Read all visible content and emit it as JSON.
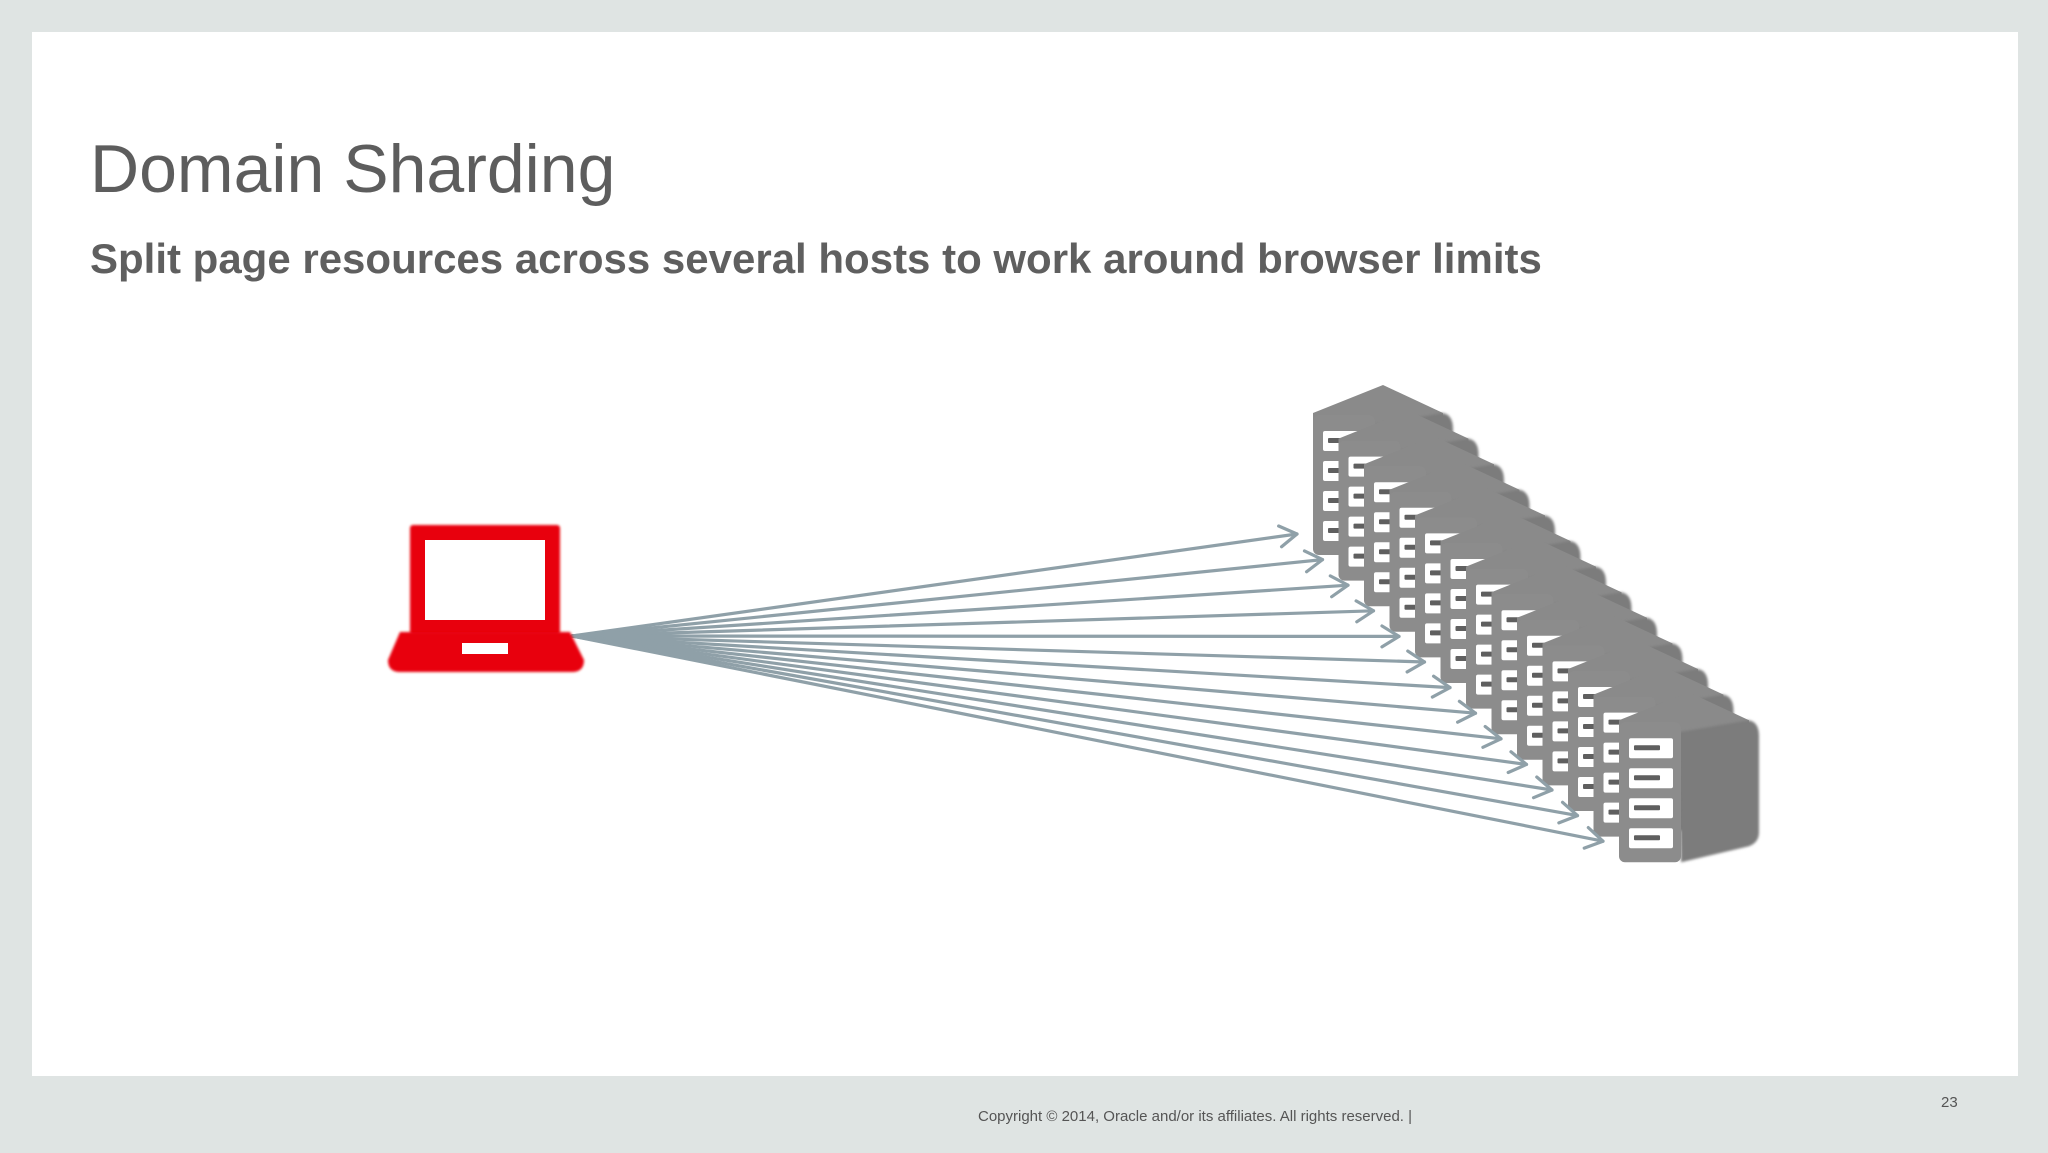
{
  "slide": {
    "title": "Domain Sharding",
    "subtitle": "Split page resources across several hosts to work around browser limits",
    "footer": "Copyright © 2014, Oracle and/or its affiliates. All rights reserved.  |",
    "page_number": "23"
  },
  "diagram": {
    "client_icon": "laptop-icon",
    "server_icon": "server-icon",
    "server_count": 13,
    "connection_count": 13,
    "colors": {
      "laptop": "#e8000b",
      "server": "#7b7b7b",
      "server_dark": "#5f5f5f",
      "arrow": "#8fa0a8"
    }
  }
}
